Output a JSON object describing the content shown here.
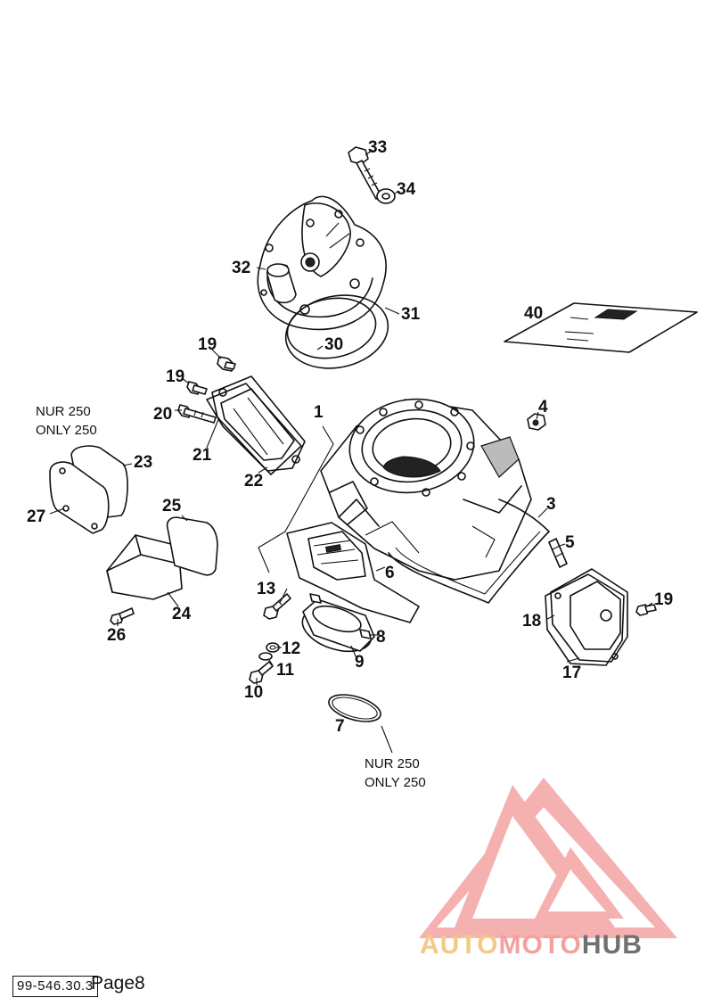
{
  "callouts": {
    "c1": "1",
    "c3": "3",
    "c4": "4",
    "c5": "5",
    "c6": "6",
    "c7": "7",
    "c8": "8",
    "c9": "9",
    "c10": "10",
    "c11": "11",
    "c12": "12",
    "c13": "13",
    "c17": "17",
    "c18": "18",
    "c19a": "19",
    "c19b": "19",
    "c19c": "19",
    "c20": "20",
    "c21": "21",
    "c22": "22",
    "c23": "23",
    "c24": "24",
    "c25": "25",
    "c26": "26",
    "c27": "27",
    "c30": "30",
    "c31": "31",
    "c32": "32",
    "c33": "33",
    "c34": "34",
    "c40": "40"
  },
  "notes": {
    "left_line1": "NUR 250",
    "left_line2": "ONLY 250",
    "bottom_line1": "NUR 250",
    "bottom_line2": "ONLY 250"
  },
  "footer": {
    "code": "99-546.30.3",
    "page": "Page8"
  },
  "watermark": {
    "part1": "AUTO",
    "part2": "MOTO",
    "part3": "HUB",
    "colors": {
      "auto": "#f3c98a",
      "moto": "#f2a0a0",
      "hub": "#707070",
      "logo": "#f08a8a"
    }
  }
}
